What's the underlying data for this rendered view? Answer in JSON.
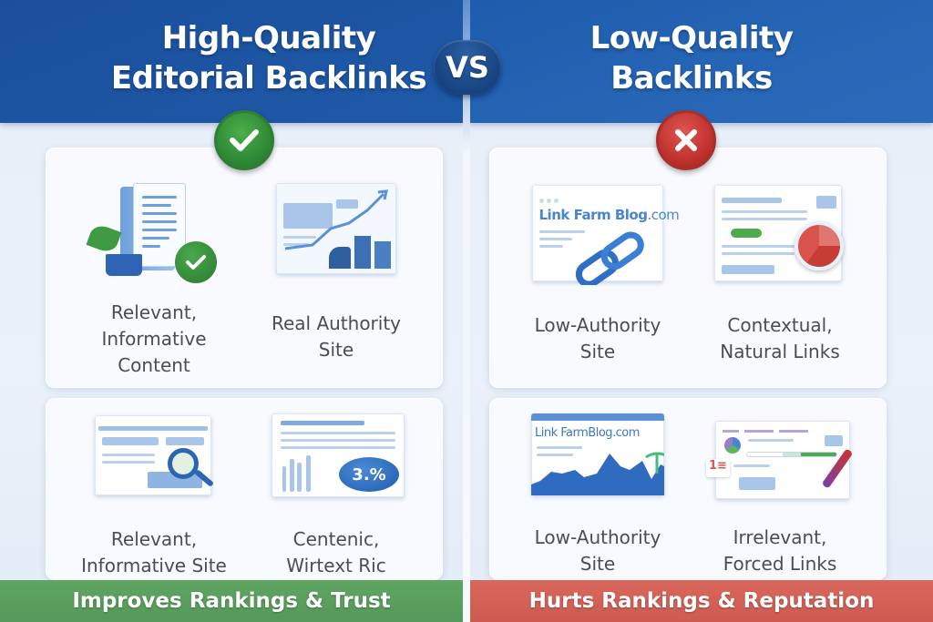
{
  "colors": {
    "header_blue": "#1f5aa8",
    "good_green": "#55995a",
    "bad_red": "#cd5b51",
    "label_gray": "#4a4d52"
  },
  "left_column": {
    "title": "High-Quality Editorial Backlinks",
    "title_line1": "High-Quality",
    "title_line2": "Editorial Backlinks",
    "status_icon": "check-icon",
    "items": [
      {
        "label": "Relevant,\nInformative\nContent",
        "icon": "document-check-icon"
      },
      {
        "label": "Real Authority\nSite",
        "icon": "growth-chart-icon"
      },
      {
        "label": "Relevant,\nInformative Site",
        "icon": "magnifier-page-icon"
      },
      {
        "label": "Centenic,\nWirtext Ric",
        "icon": "stats-bubble-icon",
        "bubble_text": "3.%"
      }
    ],
    "footer": "Improves Rankings & Trust"
  },
  "vs_label": "VS",
  "right_column": {
    "title": "Low-Quality Backlinks",
    "title_line1": "Low-Quality",
    "title_line2": "Backlinks",
    "status_icon": "cross-icon",
    "items": [
      {
        "label": "Low-Authority\nSite",
        "icon": "chain-link-icon",
        "site_text": "Link Farm Blog",
        "site_tld": ".com"
      },
      {
        "label": "Contextual,\nNatural Links",
        "icon": "pie-chart-page-icon"
      },
      {
        "label": "Low-Authority\nSite",
        "icon": "area-chart-icon",
        "site_text": "Link FarmBlog.com"
      },
      {
        "label": "Irrelevant,\nForced Links",
        "icon": "pen-page-icon"
      }
    ],
    "footer": "Hurts Rankings & Reputation"
  }
}
